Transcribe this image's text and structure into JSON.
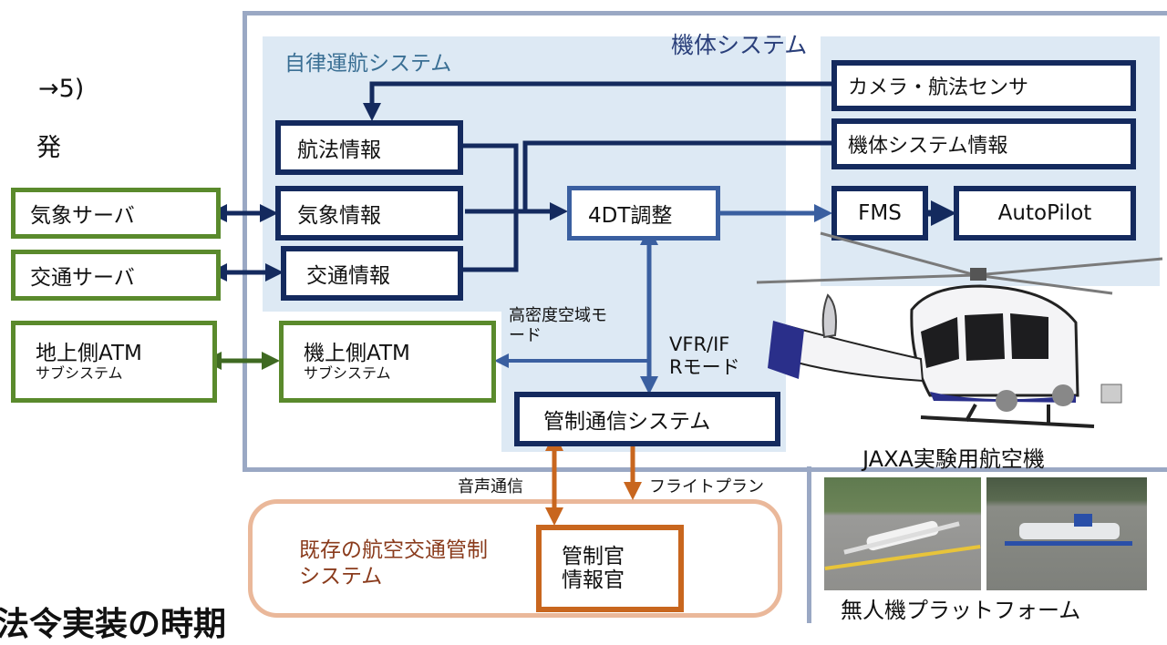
{
  "partial_text": {
    "step": "→5)",
    "left_char": "発",
    "bottom_cut": "法令実装の時期"
  },
  "groups": {
    "aircraft_system": "機体システム",
    "autonomous_system": "自律運航システム",
    "existing_atc": "既存の航空交通管制\nシステム"
  },
  "boxes": {
    "camera_sensor": "カメラ・航法センサ",
    "nav_info": "航法情報",
    "aircraft_sys_info": "機体システム情報",
    "weather_server": "気象サーバ",
    "weather_info": "気象情報",
    "adjust_4dt": "4DT調整",
    "fms": "FMS",
    "autopilot": "AutoPilot",
    "traffic_server": "交通サーバ",
    "traffic_info": "交通情報",
    "ground_atm_line1": "地上側ATM",
    "ground_atm_line2": "サブシステム",
    "onboard_atm_line1": "機上側ATM",
    "onboard_atm_line2": "サブシステム",
    "comm_system": "管制通信システム",
    "controller_line1": "管制官",
    "controller_line2": "情報官"
  },
  "edge_labels": {
    "high_density": "高密度空域モ\nード",
    "vfr_ifr": "VFR/IF\nRモード",
    "voice": "音声通信",
    "flight_plan": "フライトプラン"
  },
  "captions": {
    "jaxa": "JAXA実験用航空機",
    "uav_platform": "無人機プラットフォーム"
  },
  "colors": {
    "navy": "#142a5e",
    "steel_blue": "#3a5fa0",
    "green": "#5a8a2c",
    "dark_green": "#3f6a22",
    "orange": "#c8661e",
    "light_blue_region": "#dde9f4",
    "frame": "#9aa8c4",
    "atc_region": "#eab89a"
  }
}
